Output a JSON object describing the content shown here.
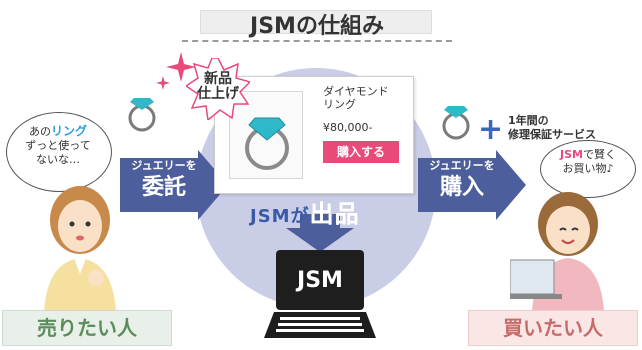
{
  "title": "JSMの仕組み",
  "left_bubble": {
    "line1_pre": "あの",
    "line1_highlight": "リング",
    "line2": "ずっと使って",
    "line3": "ないな…"
  },
  "left_arrow": {
    "line1": "ジュエリーを",
    "line2": "委託"
  },
  "new_badge": {
    "line1": "新品",
    "line2": "仕上げ"
  },
  "product": {
    "name_line1": "ダイヤモンド",
    "name_line2": "リング",
    "price": "¥80,000-",
    "buy_label": "購入する"
  },
  "listing": {
    "prefix": "JSMが",
    "highlight": "出品"
  },
  "laptop_label": "JSM",
  "right_arrow": {
    "line1": "ジュエリーを",
    "line2": "購入"
  },
  "plus_symbol": "+",
  "guarantee": {
    "line1": "1年間の",
    "line2": "修理保証サービス"
  },
  "right_bubble": {
    "line1_highlight": "JSM",
    "line1_rest": "で賢く",
    "line2": "お買い物♪"
  },
  "seller_label": "売りたい人",
  "buyer_label": "買いたい人",
  "colors": {
    "accent_pink": "#e84a7a",
    "accent_blue": "#3a66c0",
    "circle": "#c9cde6",
    "arrow": "#4d5e9c"
  }
}
